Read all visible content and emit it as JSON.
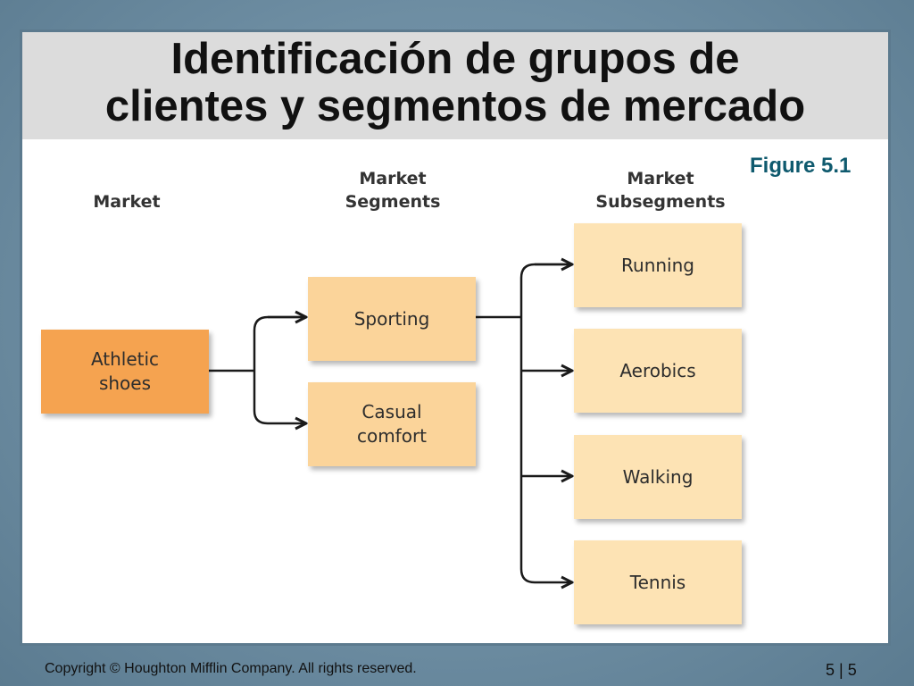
{
  "slide": {
    "title_line_1": "Identificación de grupos de",
    "title_line_2": "clientes y segmentos de mercado",
    "figure_label": "Figure 5.1"
  },
  "diagram": {
    "column_headers": {
      "market": "Market",
      "segments_line_1": "Market",
      "segments_line_2": "Segments",
      "subsegments_line_1": "Market",
      "subsegments_line_2": "Subsegments"
    },
    "market": {
      "line_1": "Athletic",
      "line_2": "shoes"
    },
    "segments": [
      {
        "line_1": "Sporting",
        "line_2": ""
      },
      {
        "line_1": "Casual",
        "line_2": "comfort"
      }
    ],
    "subsegments": [
      "Running",
      "Aerobics",
      "Walking",
      "Tennis"
    ],
    "edges": [
      {
        "from": "Athletic shoes",
        "to": "Sporting"
      },
      {
        "from": "Athletic shoes",
        "to": "Casual comfort"
      },
      {
        "from": "Sporting",
        "to": "Running"
      },
      {
        "from": "Sporting",
        "to": "Aerobics"
      },
      {
        "from": "Sporting",
        "to": "Walking"
      },
      {
        "from": "Sporting",
        "to": "Tennis"
      }
    ]
  },
  "footer": {
    "copyright": "Copyright © Houghton Mifflin Company. All rights reserved.",
    "page": "5 | 5"
  },
  "colors": {
    "market_box": "#f5a350",
    "segment_box": "#fbd49a",
    "subsegment_box": "#fde3b4",
    "figure_label": "#0f5a6e",
    "connector": "#1a1a1a"
  }
}
